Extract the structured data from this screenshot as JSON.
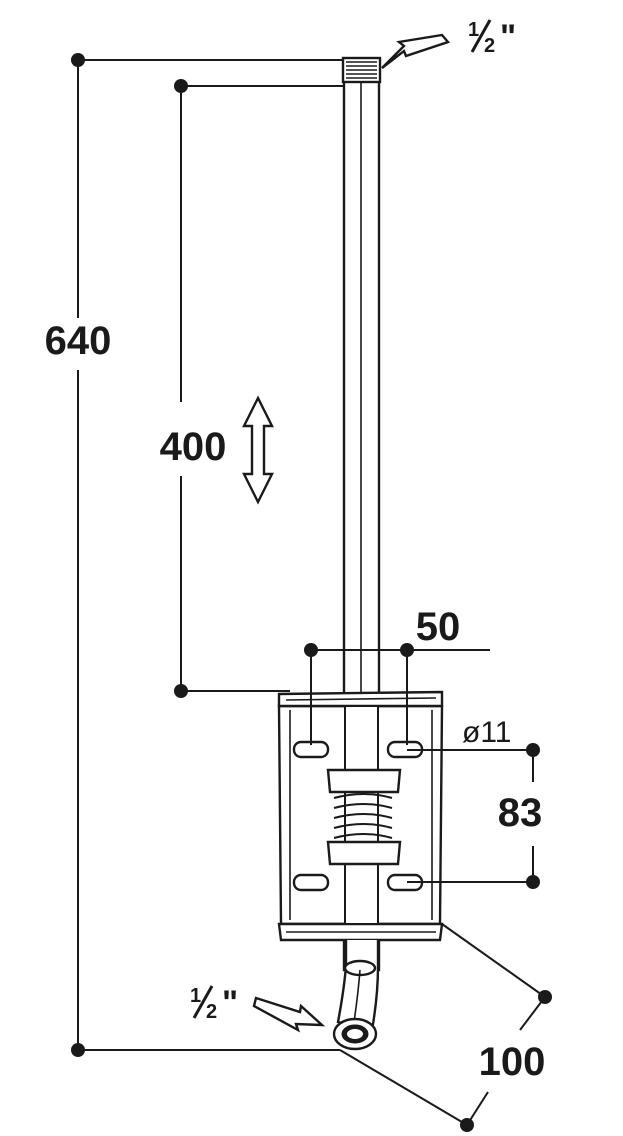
{
  "drawing": {
    "dimensions": {
      "overall_height": "640",
      "travel": "400",
      "slot_spacing": "50",
      "slot_diameter": "ø11",
      "slot_vertical_spacing": "83",
      "plate_width": "100"
    },
    "thread_top": {
      "whole": "1",
      "frac": "2",
      "mark": "\""
    },
    "thread_bottom": {
      "whole": "1",
      "frac": "2",
      "mark": "\""
    },
    "icons": [
      "double-arrow-icon",
      "pointer-arrow-icon"
    ],
    "colors": {
      "ink": "#1a1a1a",
      "background": "#ffffff"
    }
  }
}
